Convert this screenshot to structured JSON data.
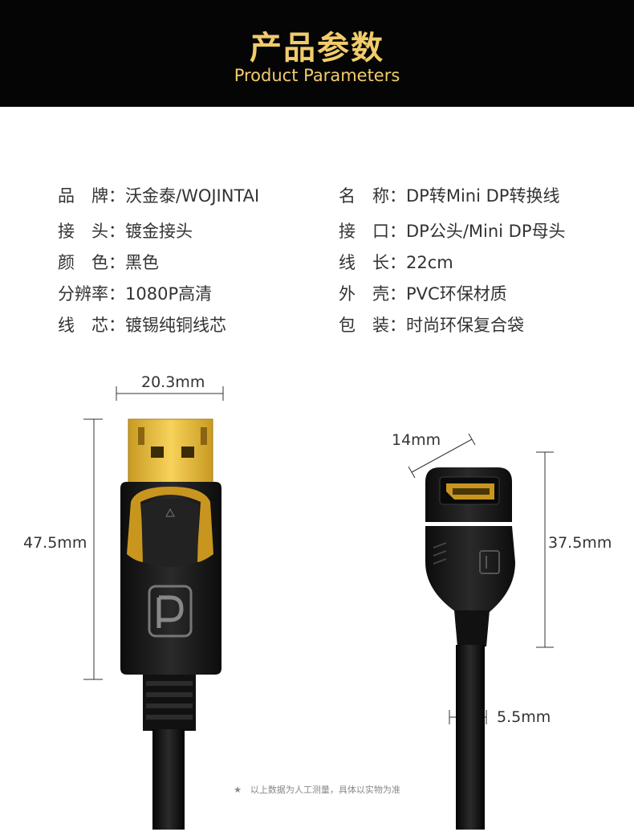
{
  "header": {
    "title_cn": "产品参数",
    "title_en": "Product Parameters"
  },
  "specs_left": [
    {
      "key": "品　牌：",
      "value": "沃金泰/WOJINTAI"
    },
    {
      "key": "接　头：",
      "value": "镀金接头"
    },
    {
      "key": "颜　色：",
      "value": "黑色"
    },
    {
      "key": "分辨率：",
      "value": "1080P高清"
    },
    {
      "key": "线　芯：",
      "value": "镀锡纯铜线芯"
    }
  ],
  "specs_right": [
    {
      "key": "名　称：",
      "value": "DP转Mini DP转换线"
    },
    {
      "key": "接　口：",
      "value": "DP公头/Mini DP母头"
    },
    {
      "key": "线　长：",
      "value": "22cm"
    },
    {
      "key": "外　壳：",
      "value": "PVC环保材质"
    },
    {
      "key": "包　装：",
      "value": "时尚环保复合袋"
    }
  ],
  "dimensions": {
    "dp_width": "20.3mm",
    "dp_height": "47.5mm",
    "mini_width": "14mm",
    "mini_height": "37.5mm",
    "cable_diameter": "5.5mm"
  },
  "footnote": "★　以上数据为人工测量，具体以实物为准",
  "colors": {
    "header_bg": "#050505",
    "header_text": "#f1cc6b",
    "gold": "#e1b23a",
    "connector": "#1a1a1a"
  }
}
